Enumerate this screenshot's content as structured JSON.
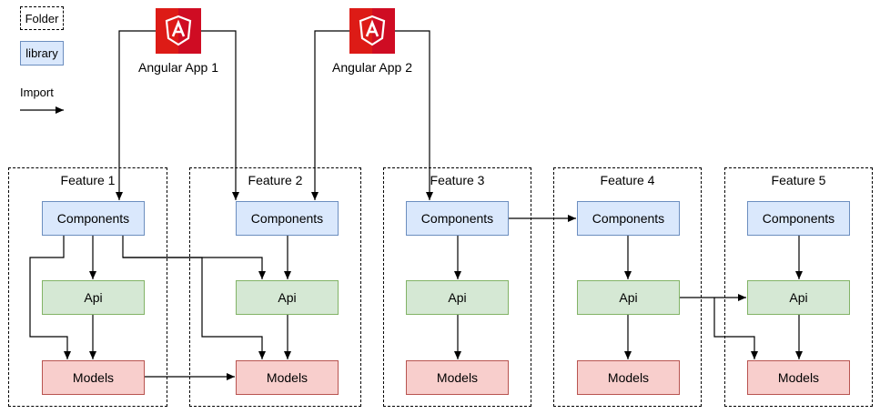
{
  "legend": {
    "folder_label": "Folder",
    "library_label": "library",
    "import_label": "Import"
  },
  "apps": [
    {
      "label": "Angular App 1",
      "icon": "angular-icon"
    },
    {
      "label": "Angular App 2",
      "icon": "angular-icon"
    }
  ],
  "features": [
    {
      "title": "Feature 1",
      "components": "Components",
      "api": "Api",
      "models": "Models"
    },
    {
      "title": "Feature 2",
      "components": "Components",
      "api": "Api",
      "models": "Models"
    },
    {
      "title": "Feature 3",
      "components": "Components",
      "api": "Api",
      "models": "Models"
    },
    {
      "title": "Feature 4",
      "components": "Components",
      "api": "Api",
      "models": "Models"
    },
    {
      "title": "Feature 5",
      "components": "Components",
      "api": "Api",
      "models": "Models"
    }
  ],
  "colors": {
    "components_fill": "#dae8fc",
    "components_stroke": "#6c8ebf",
    "api_fill": "#d5e8d4",
    "api_stroke": "#82b366",
    "models_fill": "#f8cecc",
    "models_stroke": "#b85450",
    "angular_red": "#dd1b16"
  }
}
